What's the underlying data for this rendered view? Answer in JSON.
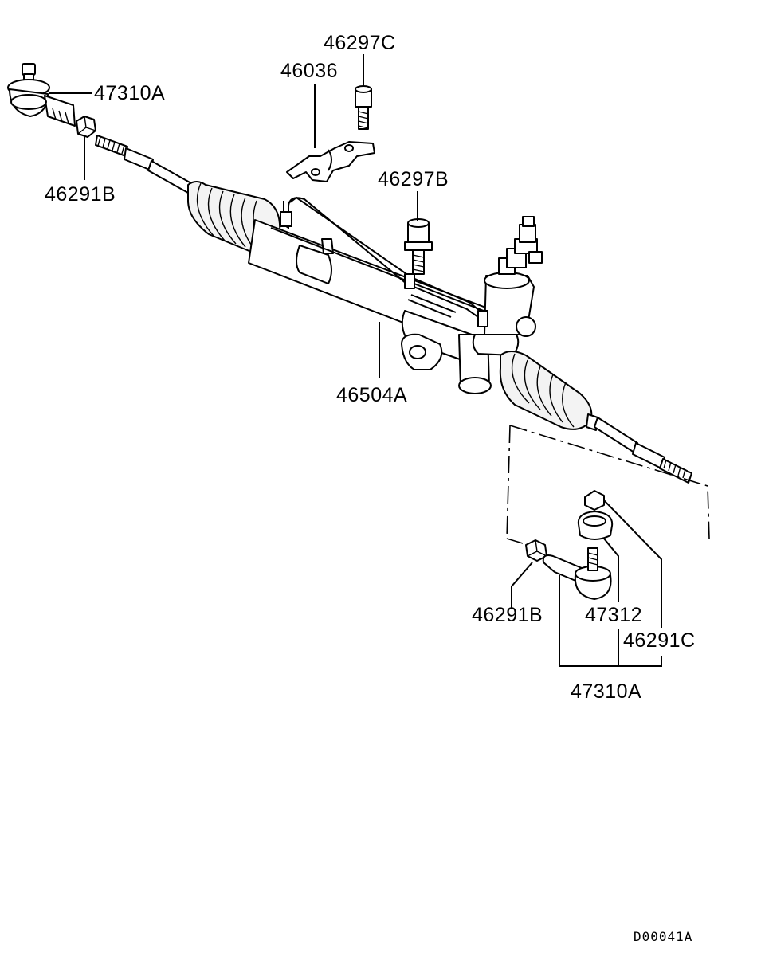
{
  "labels": {
    "tie_rod_end_left": "47310A",
    "lock_nut_left": "46291B",
    "clamp_bracket": "46036",
    "bolt_upper": "46297C",
    "bolt_lower": "46297B",
    "gear_assembly": "46504A",
    "lock_nut_right": "46291B",
    "dust_cover": "47312",
    "castle_nut": "46291C",
    "tie_rod_end_right": "47310A"
  },
  "diagram_code": "D00041A"
}
